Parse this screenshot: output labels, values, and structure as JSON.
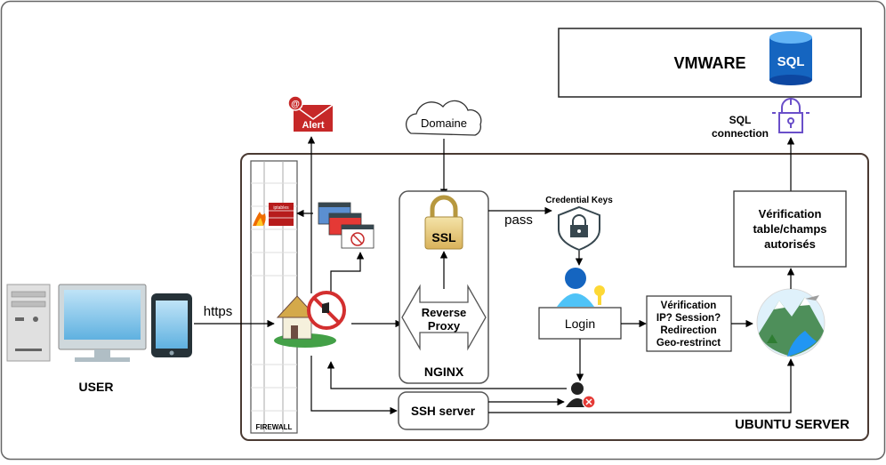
{
  "vmware": {
    "title": "VMWARE",
    "db_label": "SQL"
  },
  "sql_connection": {
    "line1": "SQL",
    "line2": "connection"
  },
  "alert": {
    "label": "Alert"
  },
  "domaine": {
    "label": "Domaine"
  },
  "credential_keys": {
    "label": "Credential Keys"
  },
  "pass": {
    "label": "pass"
  },
  "ssl": {
    "label": "SSL"
  },
  "reverse_proxy": {
    "line1": "Reverse",
    "line2": "Proxy"
  },
  "nginx": {
    "label": "NGINX"
  },
  "login": {
    "label": "Login"
  },
  "verif_access": {
    "line1": "Vérification",
    "line2": "IP? Session?",
    "line3": "Redirection",
    "line4": "Geo-restrinct"
  },
  "verif_table": {
    "line1": "Vérification",
    "line2": "table/champs",
    "line3": "autorisés"
  },
  "ssh": {
    "label": "SSH server"
  },
  "firewall": {
    "label": "FIREWALL"
  },
  "https": {
    "label": "https"
  },
  "user": {
    "label": "USER"
  },
  "ubuntu": {
    "label": "UBUNTU SERVER"
  },
  "iptables": {
    "label": "iptables"
  },
  "colors": {
    "frame": "#4a3a32",
    "lock_purple": "#6a4fc9",
    "sql_blue": "#1565c0",
    "alert_red": "#c62828"
  }
}
